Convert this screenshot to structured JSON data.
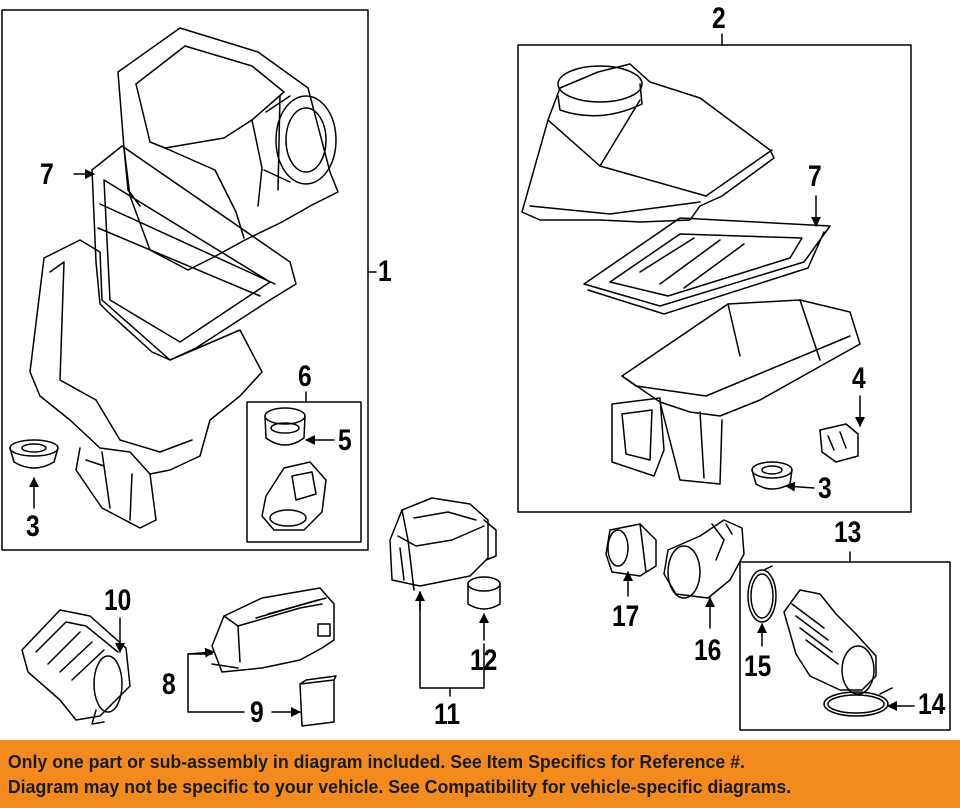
{
  "callouts": {
    "c1": "1",
    "c2": "2",
    "c3a": "3",
    "c3b": "3",
    "c4": "4",
    "c5": "5",
    "c6": "6",
    "c7a": "7",
    "c7b": "7",
    "c8": "8",
    "c9": "9",
    "c10": "10",
    "c11": "11",
    "c12": "12",
    "c13": "13",
    "c14": "14",
    "c15": "15",
    "c16": "16",
    "c17": "17"
  },
  "footer": {
    "line1": "Only one part or sub-assembly in diagram included. See Item Specifics for Reference #.",
    "line2": "Diagram may not be specific to your vehicle. See Compatibility for vehicle-specific diagrams."
  },
  "colors": {
    "banner": "#f28a1e",
    "ink": "#000000",
    "banner_text": "#1a1a1a"
  }
}
